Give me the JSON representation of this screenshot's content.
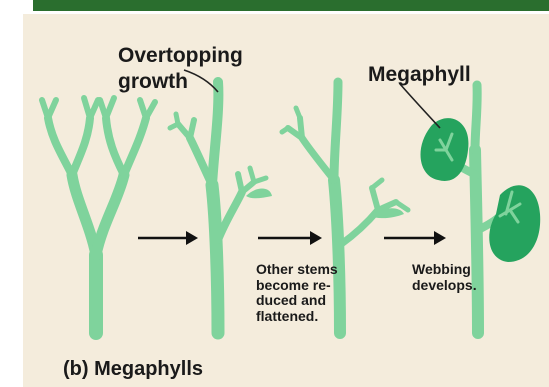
{
  "figure": {
    "label_overtopping_line1": "Overtopping",
    "label_overtopping_line2": "growth",
    "label_megaphyll": "Megaphyll",
    "step_reduce_text": "Other stems\nbecome re-\nduced and\nflattened.",
    "step_webbing_text": "Webbing\ndevelops.",
    "caption": "(b) Megaphylls"
  },
  "colors": {
    "background": "#f4ecdc",
    "stem": "#7fd39c",
    "stem_outline": "#4da872",
    "leaf": "#25a35e",
    "leaf_dark": "#1f8a4f",
    "arrow": "#111111",
    "top_bar": "#2a6e2e"
  }
}
